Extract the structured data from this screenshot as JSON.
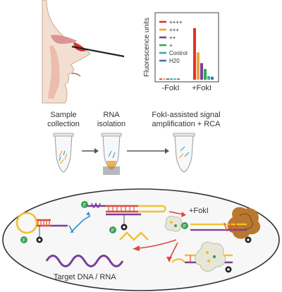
{
  "chart_data": {
    "type": "bar",
    "ylabel": "Fluorescence units",
    "categories": [
      "-FokI",
      "+FokI"
    ],
    "legend": [
      "++++",
      "+++",
      "++",
      "+",
      "Control",
      "H20"
    ],
    "colors": [
      "#e4312b",
      "#f0a431",
      "#7b3f98",
      "#2bab4a",
      "#3aa6b9",
      "#4a6fb5"
    ],
    "series": [
      {
        "name": "++++",
        "values": [
          0.02,
          0.87
        ]
      },
      {
        "name": "+++",
        "values": [
          0.02,
          0.46
        ]
      },
      {
        "name": "++",
        "values": [
          0.02,
          0.28
        ]
      },
      {
        "name": "+",
        "values": [
          0.02,
          0.18
        ]
      },
      {
        "name": "Control",
        "values": [
          0.02,
          0.06
        ]
      },
      {
        "name": "H20",
        "values": [
          0.02,
          0.05
        ]
      }
    ],
    "ylim": [
      0,
      1
    ]
  },
  "workflow": {
    "step1": [
      "Sample",
      "collection"
    ],
    "step2": [
      "RNA",
      "isolation"
    ],
    "step3": [
      "FokI-assisted signal",
      "amplification + RCA"
    ]
  },
  "mechanism": {
    "fokI_label": "+FokI",
    "target_label": "Target DNA / RNA",
    "fluor_tag": "F"
  }
}
